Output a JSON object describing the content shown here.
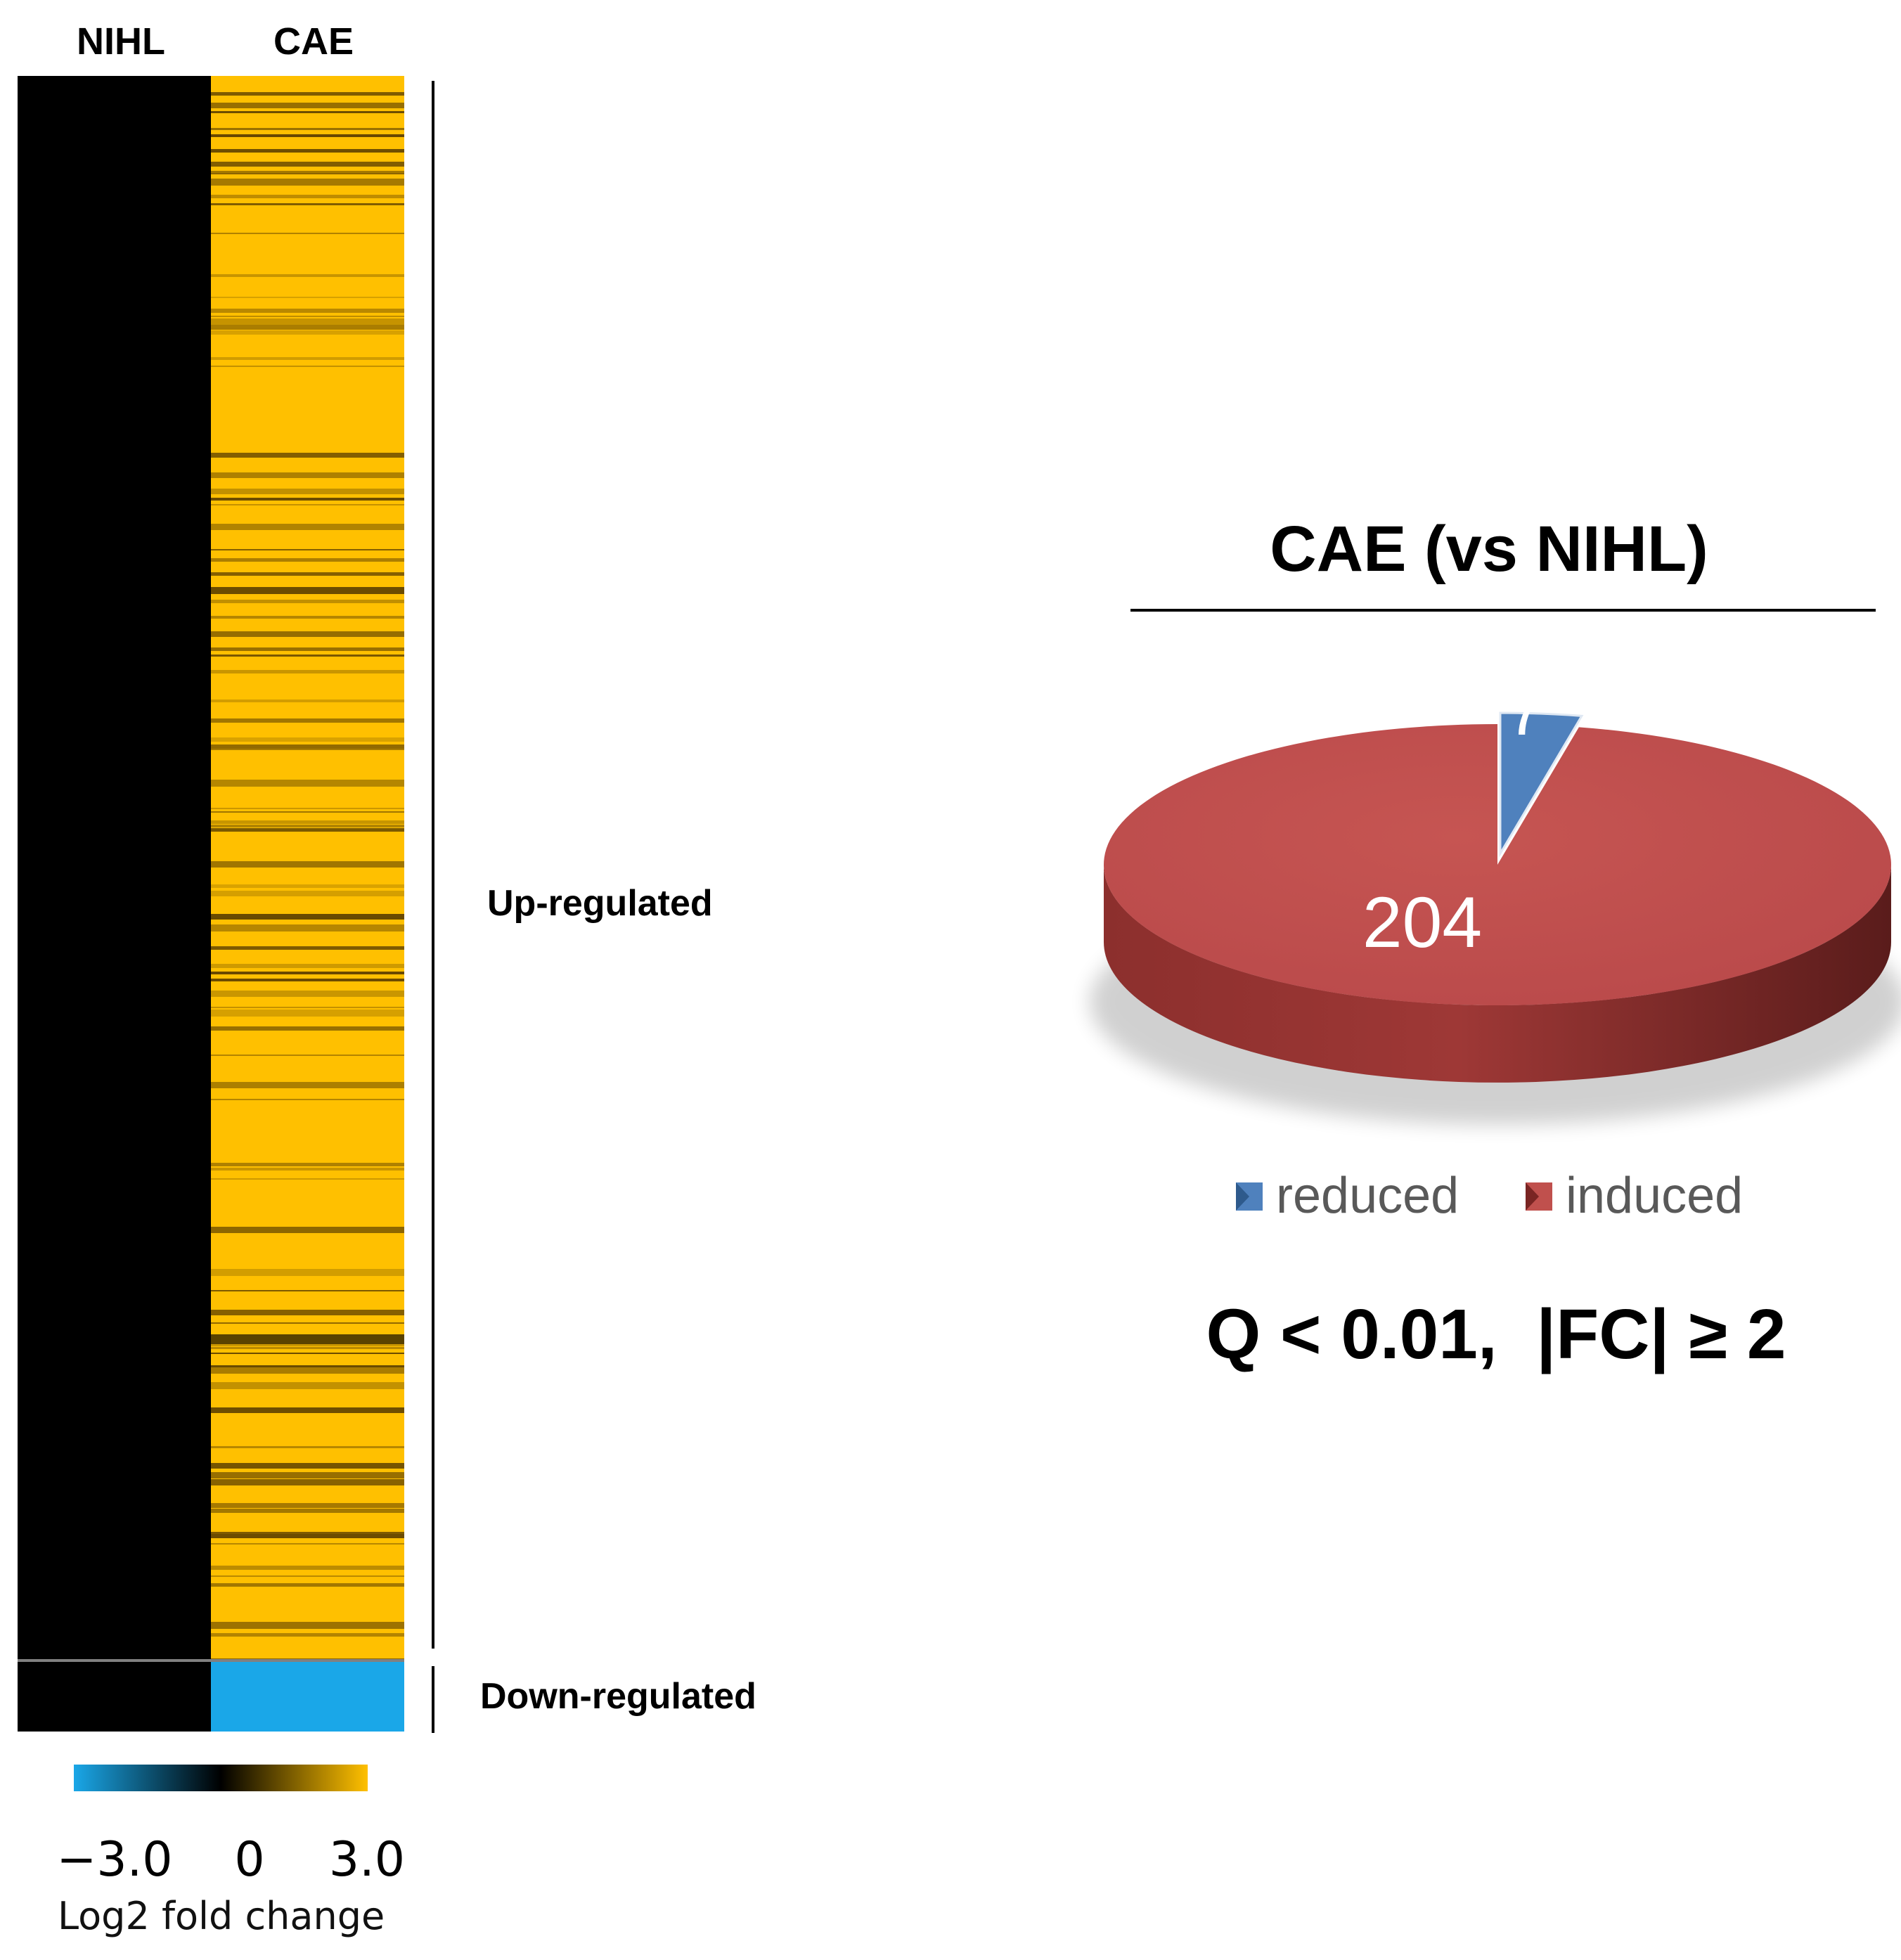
{
  "chart_data": [
    {
      "type": "heatmap",
      "columns": [
        "NIHL",
        "CAE"
      ],
      "groups": [
        {
          "label": "Up-regulated",
          "rows": 204,
          "column_values": [
            0,
            3.0
          ]
        },
        {
          "label": "Down-regulated",
          "rows": 7,
          "column_values": [
            0,
            -3.0
          ]
        }
      ],
      "colorbar": {
        "min": -3.0,
        "mid": 0,
        "max": 3.0,
        "tick_labels": [
          "−3.0",
          "0",
          "3.0"
        ],
        "label": "Log2 fold change",
        "colors": {
          "low": "#1aa7e8",
          "mid": "#000000",
          "high": "#ffc000"
        }
      }
    },
    {
      "type": "pie",
      "title": "CAE (vs NIHL)",
      "slices": [
        {
          "label": "reduced",
          "value": 7,
          "color": "#4f81bd"
        },
        {
          "label": "induced",
          "value": 204,
          "color": "#c0504d"
        }
      ],
      "legend_position": "bottom",
      "criteria": "Q < 0.01,  |FC| ≥ 2"
    }
  ]
}
